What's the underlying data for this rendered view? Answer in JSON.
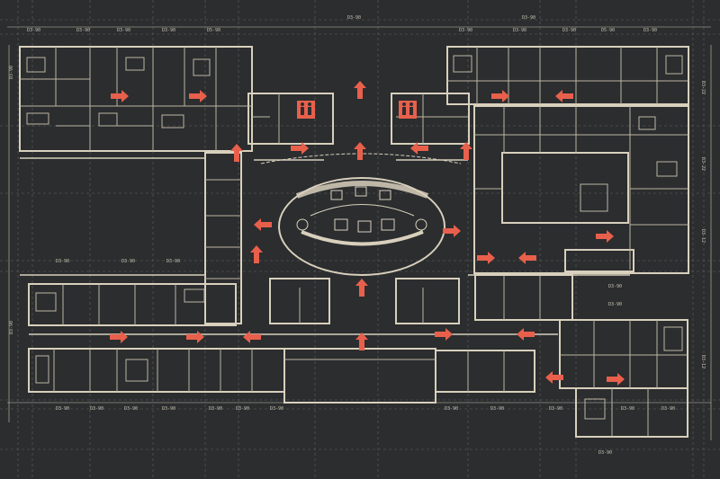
{
  "colors": {
    "background": "#2b2d2f",
    "wall": "#d8d0bc",
    "grid": "#6d6f70",
    "arrow": "#e8604c"
  },
  "icons": [
    "restroom-icon",
    "evacuation-arrow-icon",
    "reception-desk-icon"
  ],
  "dimensions": {
    "top": [
      "D3-90",
      "D3-90",
      "D3-90",
      "D3-90",
      "D5-90",
      "D3-90",
      "D3-90",
      "D3-90",
      "D3-90",
      "D5-90",
      "D3-90",
      "D3-90"
    ],
    "mid": [
      "D3-90",
      "D3-90",
      "D3-90",
      "D3-90",
      "D3-90",
      "D3-90"
    ],
    "bottom": [
      "D3-90",
      "D3-90",
      "D3-90",
      "D3-90",
      "D3-90",
      "D3-90",
      "D3-90",
      "D3-90",
      "D3-90",
      "D3-90",
      "D3-90",
      "D3-90"
    ],
    "right": [
      "D3-22",
      "D3-22",
      "D3-12",
      "D3-12"
    ],
    "left": [
      "D3-90",
      "D3-90"
    ]
  }
}
